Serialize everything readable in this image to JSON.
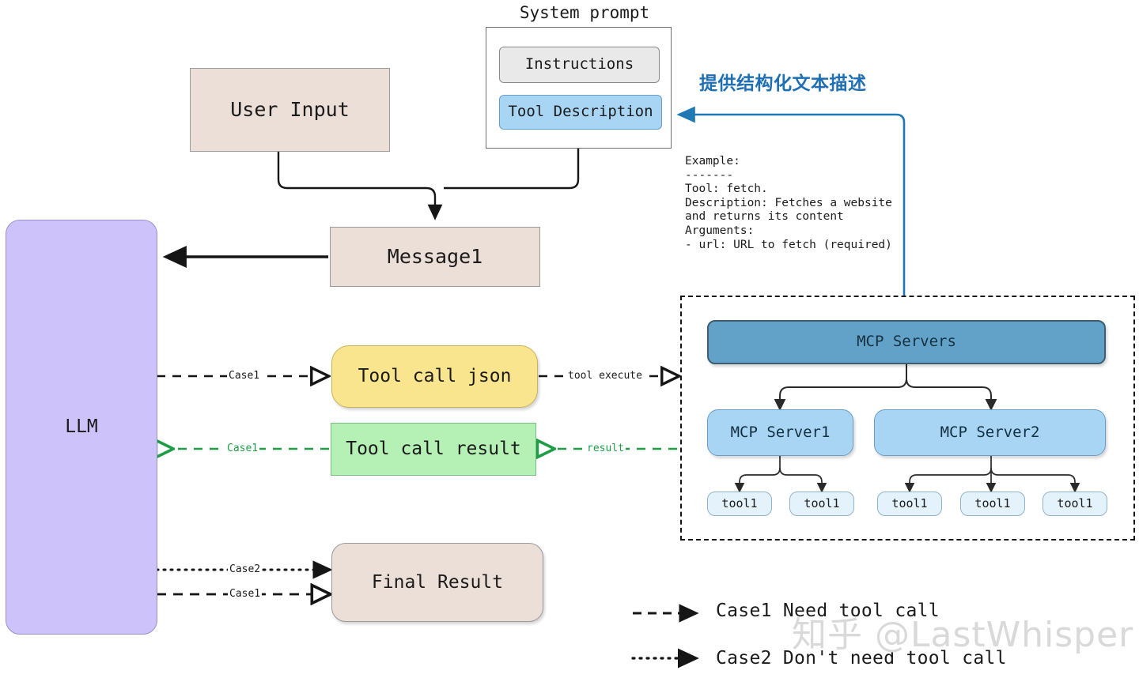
{
  "diagram": {
    "title": "MCP tool-calling flow",
    "colors": {
      "beige": "#ecdfd8",
      "purple": "#cdc3fa",
      "yellow": "#fae58f",
      "green": "#b5f0b5",
      "grey": "#e9e9e9",
      "light_blue": "#a9d5f5",
      "teal": "#63a2c8",
      "pale_blue": "#e3f2fb",
      "blue_accent": "#1f6fb5",
      "green_arrow": "#1f9d46",
      "black": "#151515",
      "watermark": "#d9d9d9"
    }
  },
  "system_prompt": {
    "title": "System prompt",
    "instructions_label": "Instructions",
    "tool_description_label": "Tool Description"
  },
  "annotation": {
    "chinese_note": "提供结构化文本描述",
    "example_text": "Example:\n-------\nTool: fetch.\nDescription: Fetches a website\nand returns its content\nArguments:\n- url: URL to fetch (required)"
  },
  "flow": {
    "user_input": "User Input",
    "message1": "Message1",
    "llm": "LLM",
    "tool_call_json": "Tool call json",
    "tool_call_result": "Tool call result",
    "final_result": "Final Result"
  },
  "edge_labels": {
    "case1_to_toolcall": "Case1",
    "case1_from_result": "Case1",
    "tool_execute": "tool execute",
    "result": "result",
    "case2_final": "Case2",
    "case1_final": "Case1"
  },
  "mcp": {
    "servers_header": "MCP Servers",
    "server1": "MCP Server1",
    "server2": "MCP Server2",
    "server1_tools": [
      "tool1",
      "tool1"
    ],
    "server2_tools": [
      "tool1",
      "tool1",
      "tool1"
    ]
  },
  "legend": {
    "case1": "Case1 Need tool call",
    "case2": "Case2 Don't need tool call"
  },
  "watermark": {
    "text": "知乎 @LastWhisper"
  }
}
